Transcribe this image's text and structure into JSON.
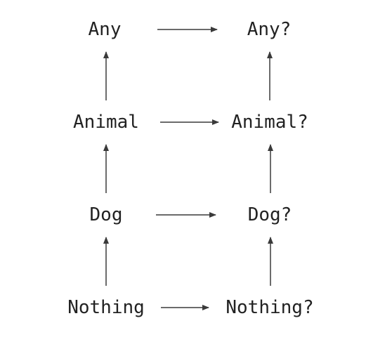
{
  "diagram": {
    "colors": {
      "text": "#222222",
      "arrow": "#3a3a3a",
      "background": "#ffffff"
    },
    "nodes": {
      "any": "Any",
      "any_nullable": "Any?",
      "animal": "Animal",
      "animal_nullable": "Animal?",
      "dog": "Dog",
      "dog_nullable": "Dog?",
      "nothing": "Nothing",
      "nothing_nullable": "Nothing?"
    },
    "edges": [
      {
        "from": "nothing",
        "to": "dog"
      },
      {
        "from": "dog",
        "to": "animal"
      },
      {
        "from": "animal",
        "to": "any"
      },
      {
        "from": "nothing_nullable",
        "to": "dog_nullable"
      },
      {
        "from": "dog_nullable",
        "to": "animal_nullable"
      },
      {
        "from": "animal_nullable",
        "to": "any_nullable"
      },
      {
        "from": "any",
        "to": "any_nullable"
      },
      {
        "from": "animal",
        "to": "animal_nullable"
      },
      {
        "from": "dog",
        "to": "dog_nullable"
      },
      {
        "from": "nothing",
        "to": "nothing_nullable"
      }
    ]
  }
}
